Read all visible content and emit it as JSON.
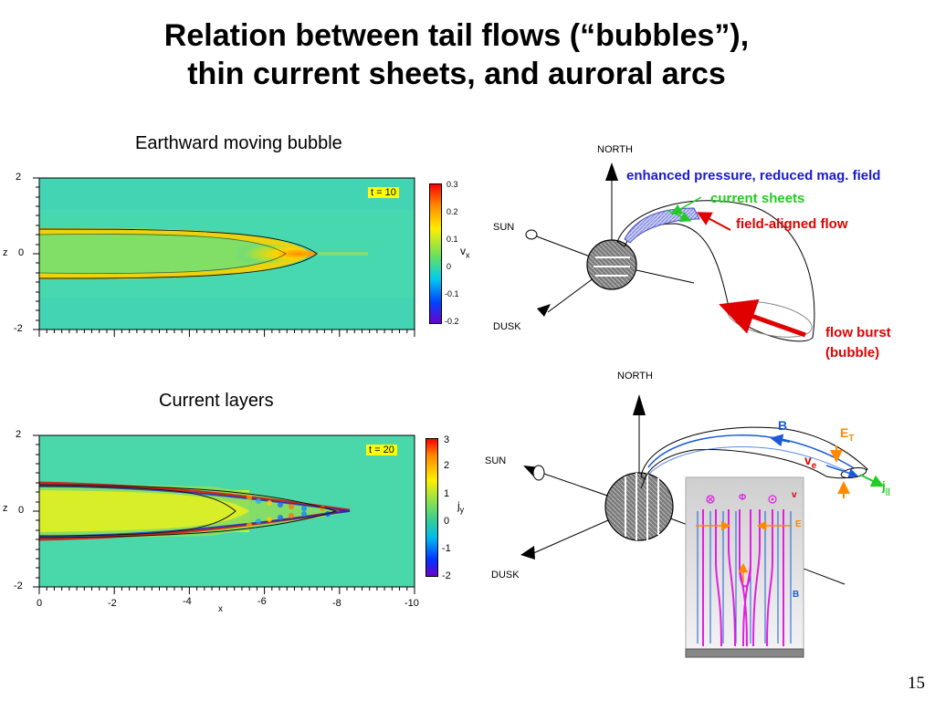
{
  "title_line1": "Relation between tail flows (“bubbles”),",
  "title_line2": "thin current sheets, and auroral arcs",
  "plot1": {
    "title": "Earthward moving bubble",
    "time": "t = 10",
    "zlabel": "z",
    "z_ticks": [
      "2",
      "0",
      "-2"
    ],
    "cb_label_main": "v",
    "cb_label_sub": "x",
    "cb_ticks": [
      "0.3",
      "0.2",
      "0.1",
      "0",
      "-0.1",
      "-0.2"
    ]
  },
  "plot2": {
    "title": "Current layers",
    "time": "t = 20",
    "zlabel": "z",
    "xlabel": "x",
    "z_ticks": [
      "2",
      "0",
      "-2"
    ],
    "x_ticks": [
      "0",
      "-2",
      "-4",
      "-6",
      "-8",
      "-10"
    ],
    "cb_label_main": "j",
    "cb_label_sub": "y",
    "cb_ticks": [
      "3",
      "2",
      "1",
      "0",
      "-1",
      "-2"
    ]
  },
  "diagram1": {
    "north": "NORTH",
    "sun": "SUN",
    "dusk": "DUSK",
    "enhanced": "enhanced pressure, reduced mag. field",
    "current_sheets": "current sheets",
    "field_aligned": "field-aligned flow",
    "flow_burst_1": "flow burst",
    "flow_burst_2": "(bubble)"
  },
  "diagram2": {
    "north": "NORTH",
    "sun": "SUN",
    "dusk": "DUSK",
    "b_label": "B",
    "et_main": "E",
    "et_sub": "T",
    "ve_main": "v",
    "ve_sub": "e",
    "j_main": "j",
    "j_sub": "||",
    "inset_phi": "Φ",
    "inset_v": "v",
    "inset_e": "E",
    "inset_b": "B"
  },
  "page_number": "15",
  "colors": {
    "blue_label": "#1a1ad0",
    "green_label": "#22cc22",
    "red_label": "#e00000",
    "orange": "#ff8a00",
    "magenta": "#e020e0"
  }
}
